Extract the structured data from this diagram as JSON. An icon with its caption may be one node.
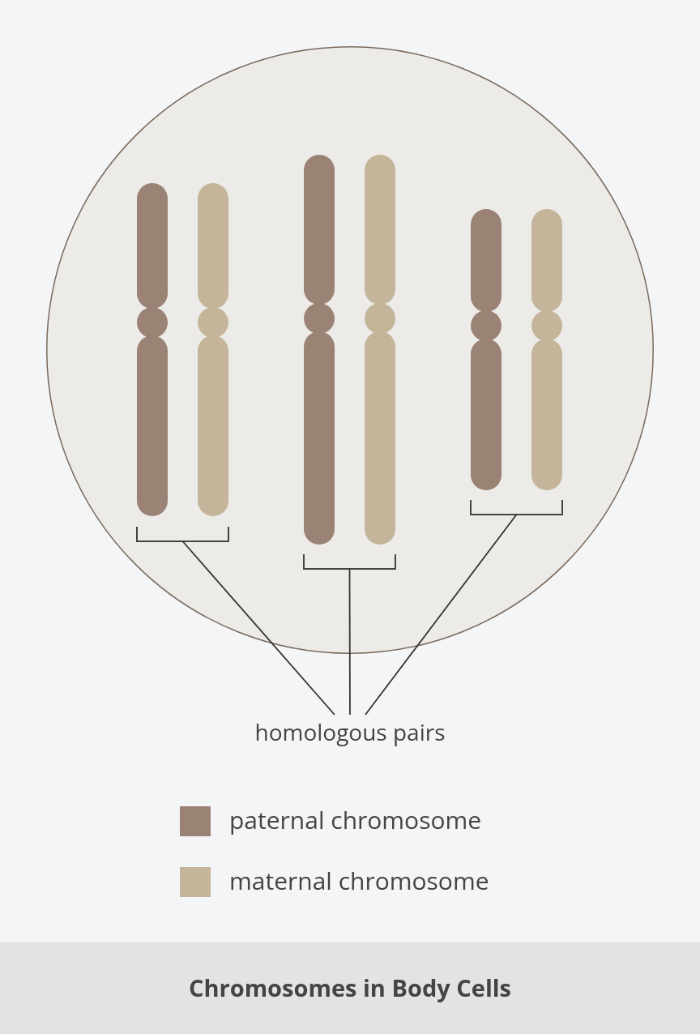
{
  "diagram": {
    "caption": "Chromosomes in Body Cells",
    "nodes": [
      {
        "text": [],
        "shape": "circle"
      },
      {
        "text": [],
        "shape": "bracket",
        "in": 0
      },
      {
        "text": [],
        "shape": "bracket",
        "in": 0
      },
      {
        "text": [],
        "shape": "bracket",
        "in": 0
      },
      {
        "text": [
          "homologous pairs"
        ]
      }
    ],
    "edges": [
      {
        "from": 4,
        "to": 1,
        "arrow": "none"
      },
      {
        "from": 4,
        "to": 2,
        "arrow": "none"
      },
      {
        "from": 4,
        "to": 3,
        "arrow": "none"
      }
    ],
    "legend": [
      {
        "text": "paternal chromosome",
        "color": "#9a8275"
      },
      {
        "text": "maternal chromosome",
        "color": "#c4b49a"
      }
    ]
  }
}
